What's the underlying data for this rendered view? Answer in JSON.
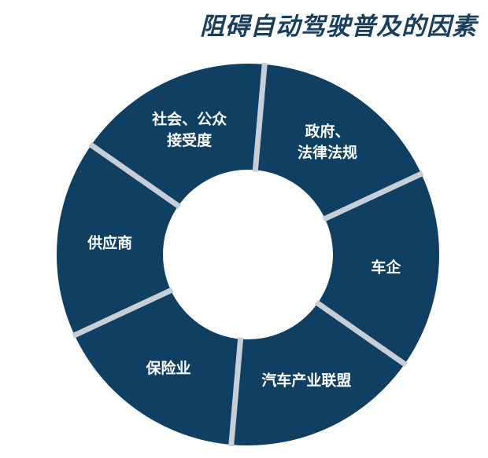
{
  "title": "阻碍自动驾驶普及的因素",
  "colors": {
    "segment_fill": "#0f3f62",
    "separator": "#c7ced6",
    "title": "#1a3f5e",
    "label": "#ffffff"
  },
  "segments": [
    {
      "lines": [
        "政府、",
        "法律法规"
      ]
    },
    {
      "lines": [
        "车企"
      ]
    },
    {
      "lines": [
        "汽车产业联盟"
      ]
    },
    {
      "lines": [
        "保险业"
      ]
    },
    {
      "lines": [
        "供应商"
      ]
    },
    {
      "lines": [
        "社会、公众",
        "接受度"
      ]
    }
  ]
}
